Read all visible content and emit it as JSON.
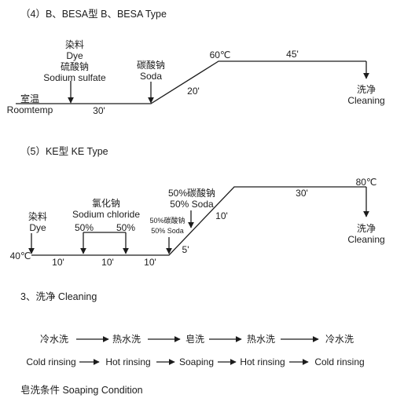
{
  "section4": {
    "title": "（4）B、BESA型 B、BESA Type",
    "room_temp": {
      "cn": "室温",
      "en": "Roomtemp"
    },
    "dye_step": {
      "cn": "染料",
      "en": "Dye",
      "cn2": "硫酸钠",
      "en2": "Sodium sulfate"
    },
    "soda_step": {
      "cn": "碳酸钠",
      "en": "Soda"
    },
    "time_hold_1": "30'",
    "time_ramp": "20'",
    "peak_temp": "60℃",
    "time_hold_2": "45'",
    "cleaning": {
      "cn": "洗净",
      "en": "Cleaning"
    }
  },
  "section5": {
    "title": "（5）KE型 KE Type",
    "start_temp": "40℃",
    "dye_step": {
      "cn": "染料",
      "en": "Dye"
    },
    "salt_step": {
      "cn": "氯化钠",
      "en": "Sodium chloride"
    },
    "salt_pct_1": "50%",
    "salt_pct_2": "50%",
    "soda_small": {
      "cn": "50%碳酸钠",
      "en": "50% Soda"
    },
    "soda_large": {
      "cn": "50%碳酸钠",
      "en": "50% Soda"
    },
    "time_1": "10'",
    "time_2": "10'",
    "time_3": "10'",
    "time_4": "5'",
    "time_5": "10'",
    "time_6": "30'",
    "peak_temp": "80℃",
    "cleaning": {
      "cn": "洗净",
      "en": "Cleaning"
    }
  },
  "section3": {
    "title": "3、洗净 Cleaning",
    "steps_cn": [
      "冷水洗",
      "热水洗",
      "皂洗",
      "热水洗",
      "冷水洗"
    ],
    "steps_en": [
      "Cold rinsing",
      "Hot rinsing",
      "Soaping",
      "Hot rinsing",
      "Cold rinsing"
    ]
  },
  "soaping_title": "皂洗条件 Soaping Condition"
}
